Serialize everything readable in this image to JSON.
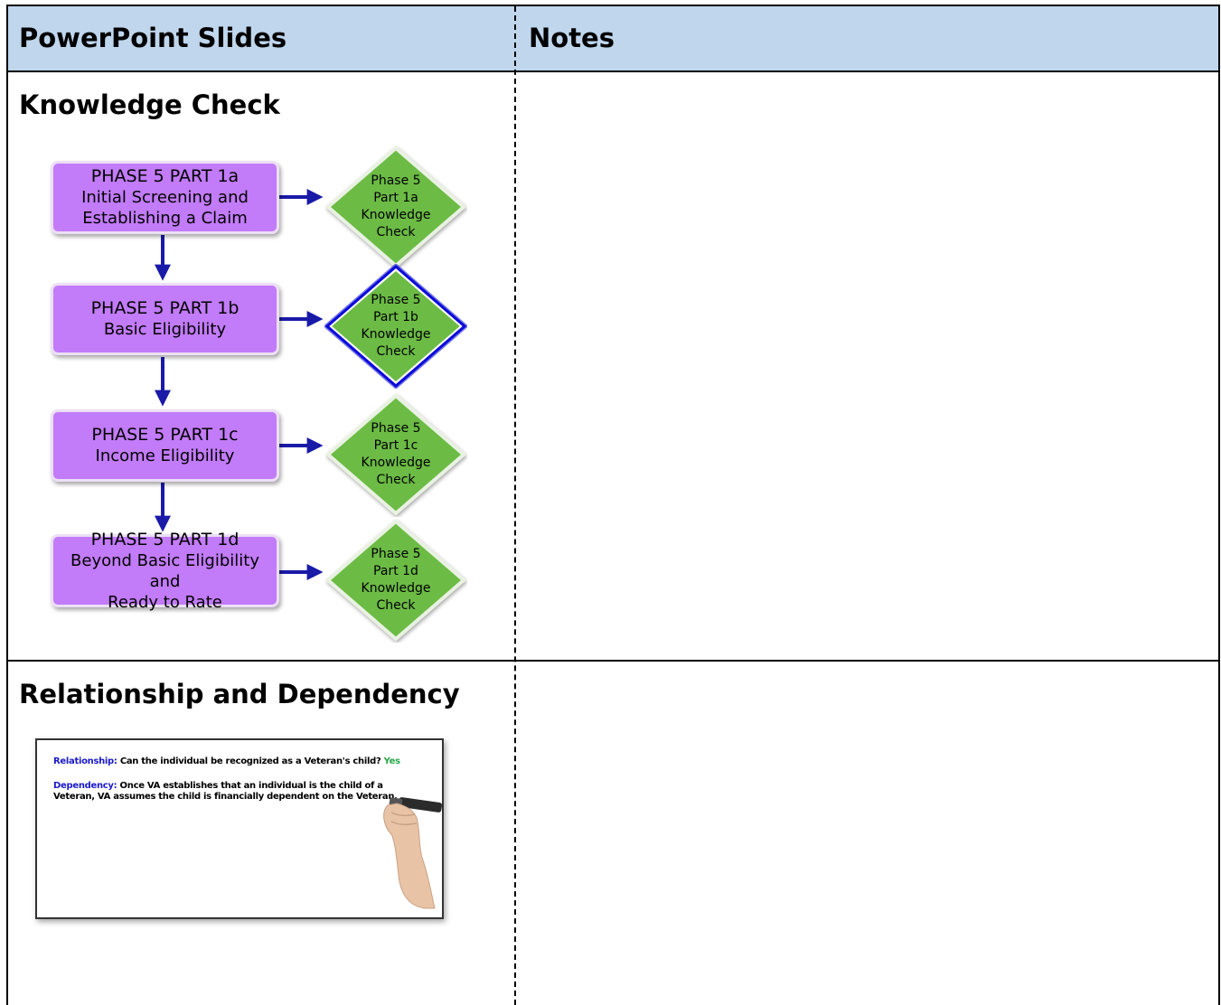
{
  "header": {
    "col1": "PowerPoint Slides",
    "col2": "Notes"
  },
  "rows": [
    {
      "title": "Knowledge Check",
      "flow": [
        {
          "phase": "PHASE 5 PART 1a",
          "lines": [
            "Initial Screening and",
            "Establishing a Claim"
          ],
          "check": [
            "Phase 5",
            "Part 1a",
            "Knowledge",
            "Check"
          ],
          "highlight": false
        },
        {
          "phase": "PHASE 5 PART 1b",
          "lines": [
            "Basic Eligibility"
          ],
          "check": [
            "Phase 5",
            "Part 1b",
            "Knowledge",
            "Check"
          ],
          "highlight": true
        },
        {
          "phase": "PHASE 5 PART 1c",
          "lines": [
            "Income Eligibility"
          ],
          "check": [
            "Phase 5",
            "Part 1c",
            "Knowledge",
            "Check"
          ],
          "highlight": false
        },
        {
          "phase": "PHASE 5 PART 1d",
          "lines": [
            "Beyond Basic Eligibility and",
            "Ready to Rate"
          ],
          "check": [
            "Phase 5",
            "Part 1d",
            "Knowledge",
            "Check"
          ],
          "highlight": false
        }
      ]
    },
    {
      "title": "Relationship and Dependency",
      "slide": {
        "rel_label": "Relationship:",
        "rel_text": "Can the individual be recognized as a Veteran's child?",
        "rel_answer": "Yes",
        "dep_label": "Dependency:",
        "dep_text1": "Once VA establishes that an individual is the child of a",
        "dep_text2": "Veteran, VA assumes the child is financially dependent on the Veteran."
      }
    }
  ],
  "colors": {
    "header_bg": "#bfd6ec",
    "phase_box": "#c27bf9",
    "check_diamond": "#6cbb45",
    "arrow": "#1a1aa8",
    "highlight_glow": "#0a0ad8"
  }
}
